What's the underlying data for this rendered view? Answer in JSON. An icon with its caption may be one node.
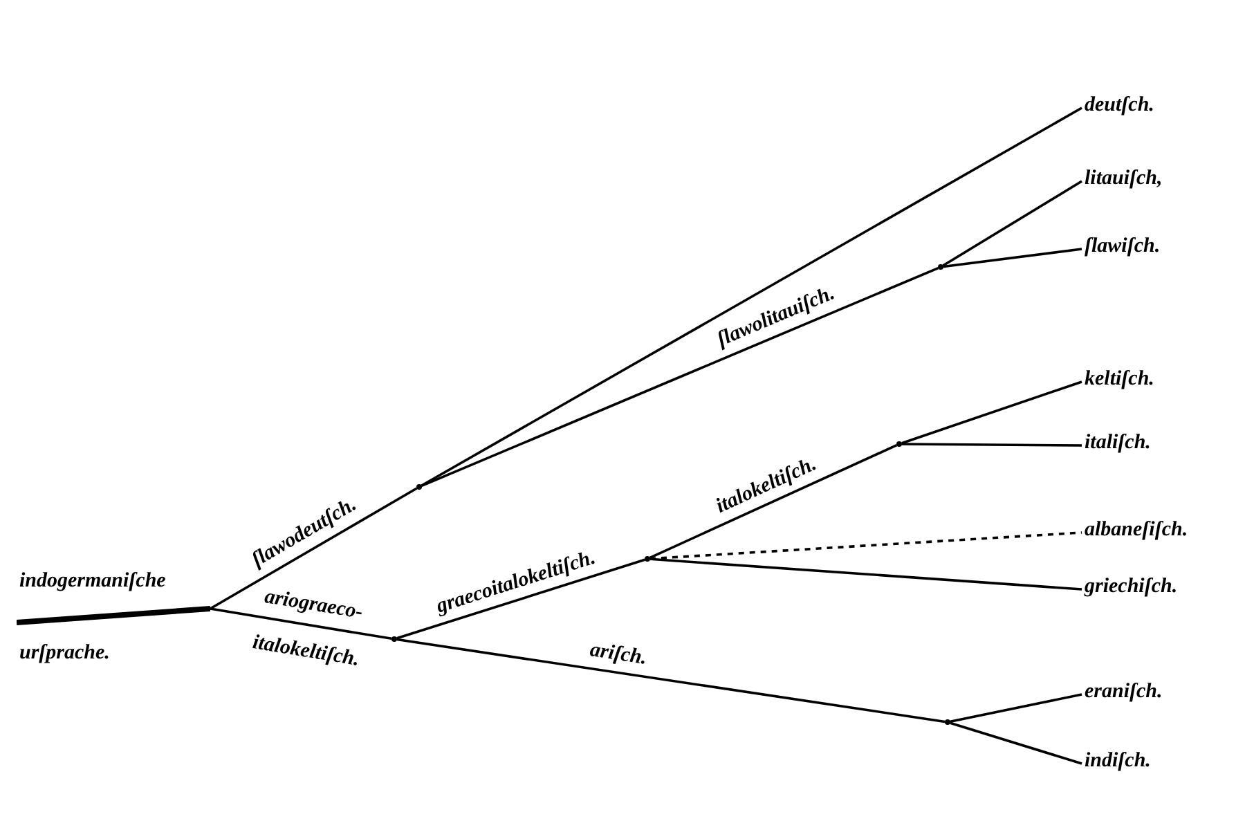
{
  "diagram": {
    "nodes": [
      {
        "text": [
          "indogermaniſche",
          "urſprache."
        ]
      },
      {
        "text": [],
        "shape": "dot"
      },
      {
        "text": [
          "deutſch."
        ]
      },
      {
        "text": [],
        "shape": "dot"
      },
      {
        "text": [
          "litauiſch,"
        ]
      },
      {
        "text": [
          "ſlawiſch."
        ]
      },
      {
        "text": [],
        "shape": "dot"
      },
      {
        "text": [],
        "shape": "dot"
      },
      {
        "text": [],
        "shape": "dot"
      },
      {
        "text": [
          "keltiſch."
        ]
      },
      {
        "text": [
          "italiſch."
        ]
      },
      {
        "text": [
          "albaneſiſch."
        ]
      },
      {
        "text": [
          "griechiſch."
        ]
      },
      {
        "text": [],
        "shape": "dot"
      },
      {
        "text": [
          "eraniſch."
        ]
      },
      {
        "text": [
          "indiſch."
        ]
      }
    ],
    "edges": [
      {
        "from": 0,
        "to": 1,
        "arrow": "none",
        "label": "ſlawodeutſch."
      },
      {
        "from": 1,
        "to": 2,
        "arrow": "none"
      },
      {
        "from": 1,
        "to": 3,
        "arrow": "none",
        "label": "ſlawolitauiſch."
      },
      {
        "from": 3,
        "to": 4,
        "arrow": "none"
      },
      {
        "from": 3,
        "to": 5,
        "arrow": "none"
      },
      {
        "from": 0,
        "to": 6,
        "arrow": "none",
        "label": "ariograeco- italokeltiſch."
      },
      {
        "from": 6,
        "to": 7,
        "arrow": "none",
        "label": "graecoitalokeltiſch."
      },
      {
        "from": 7,
        "to": 8,
        "arrow": "none",
        "label": "italokeltiſch."
      },
      {
        "from": 8,
        "to": 9,
        "arrow": "none"
      },
      {
        "from": 8,
        "to": 10,
        "arrow": "none"
      },
      {
        "from": 7,
        "to": 11,
        "arrow": "none",
        "style": "dashed"
      },
      {
        "from": 7,
        "to": 12,
        "arrow": "none"
      },
      {
        "from": 6,
        "to": 13,
        "arrow": "none",
        "label": "ariſch."
      },
      {
        "from": 13,
        "to": 14,
        "arrow": "none"
      },
      {
        "from": 13,
        "to": 15,
        "arrow": "none"
      }
    ]
  }
}
